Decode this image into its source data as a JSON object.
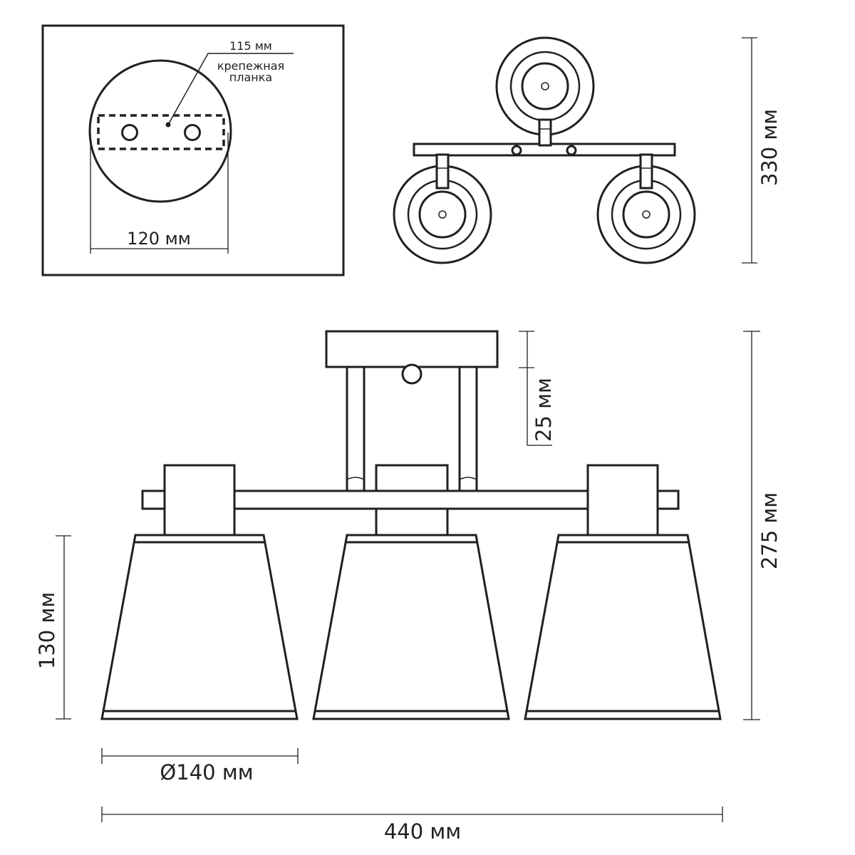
{
  "mount_detail": {
    "plate_length": "115 мм",
    "plate_note_line1": "крепежная",
    "plate_note_line2": "планка",
    "base_diameter": "120 мм"
  },
  "top_view": {
    "depth": "330 мм"
  },
  "front_view": {
    "canopy_height": "25 мм",
    "shade_height": "130 мм",
    "shade_diameter": "Ø140 мм",
    "total_width": "440 мм",
    "total_height": "275 мм"
  }
}
